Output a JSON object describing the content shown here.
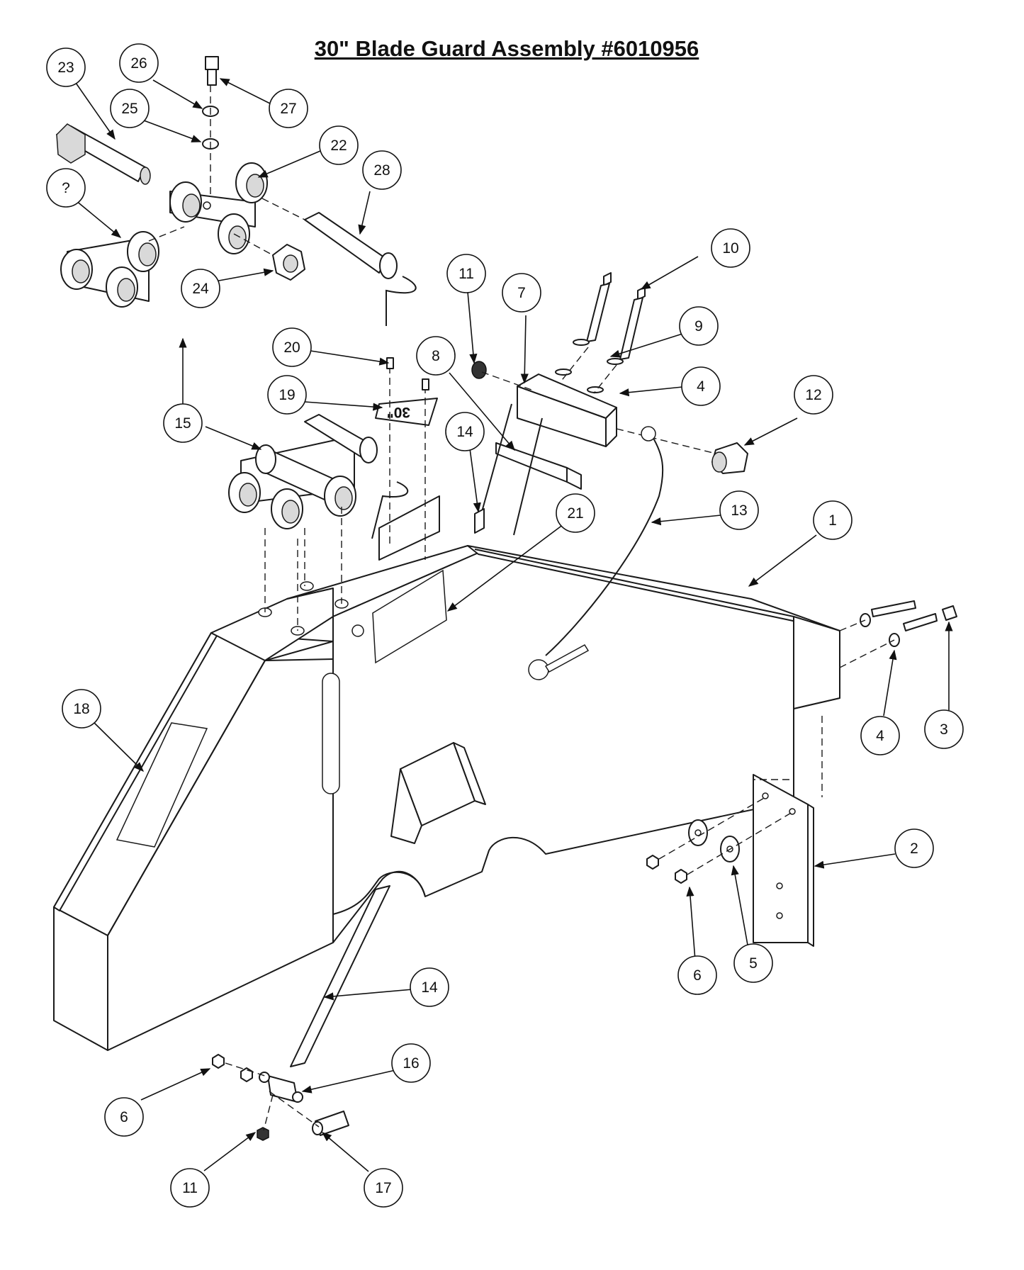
{
  "title": "30\" Blade Guard Assembly #6010956",
  "plate_text": "30\"",
  "callouts": [
    {
      "id": "c23",
      "label": "23"
    },
    {
      "id": "c26",
      "label": "26"
    },
    {
      "id": "c27",
      "label": "27"
    },
    {
      "id": "c25",
      "label": "25"
    },
    {
      "id": "c22",
      "label": "22"
    },
    {
      "id": "cq",
      "label": "?"
    },
    {
      "id": "c28",
      "label": "28"
    },
    {
      "id": "c24",
      "label": "24"
    },
    {
      "id": "c10",
      "label": "10"
    },
    {
      "id": "c11a",
      "label": "11"
    },
    {
      "id": "c7",
      "label": "7"
    },
    {
      "id": "c9",
      "label": "9"
    },
    {
      "id": "c20",
      "label": "20"
    },
    {
      "id": "c8",
      "label": "8"
    },
    {
      "id": "c4a",
      "label": "4"
    },
    {
      "id": "c12",
      "label": "12"
    },
    {
      "id": "c19",
      "label": "19"
    },
    {
      "id": "c15",
      "label": "15"
    },
    {
      "id": "c14a",
      "label": "14"
    },
    {
      "id": "c13",
      "label": "13"
    },
    {
      "id": "c21",
      "label": "21"
    },
    {
      "id": "c1",
      "label": "1"
    },
    {
      "id": "c18",
      "label": "18"
    },
    {
      "id": "c4b",
      "label": "4"
    },
    {
      "id": "c3",
      "label": "3"
    },
    {
      "id": "c2",
      "label": "2"
    },
    {
      "id": "c6a",
      "label": "6"
    },
    {
      "id": "c5",
      "label": "5"
    },
    {
      "id": "c14b",
      "label": "14"
    },
    {
      "id": "c16",
      "label": "16"
    },
    {
      "id": "c6b",
      "label": "6"
    },
    {
      "id": "c11b",
      "label": "11"
    },
    {
      "id": "c17",
      "label": "17"
    }
  ]
}
